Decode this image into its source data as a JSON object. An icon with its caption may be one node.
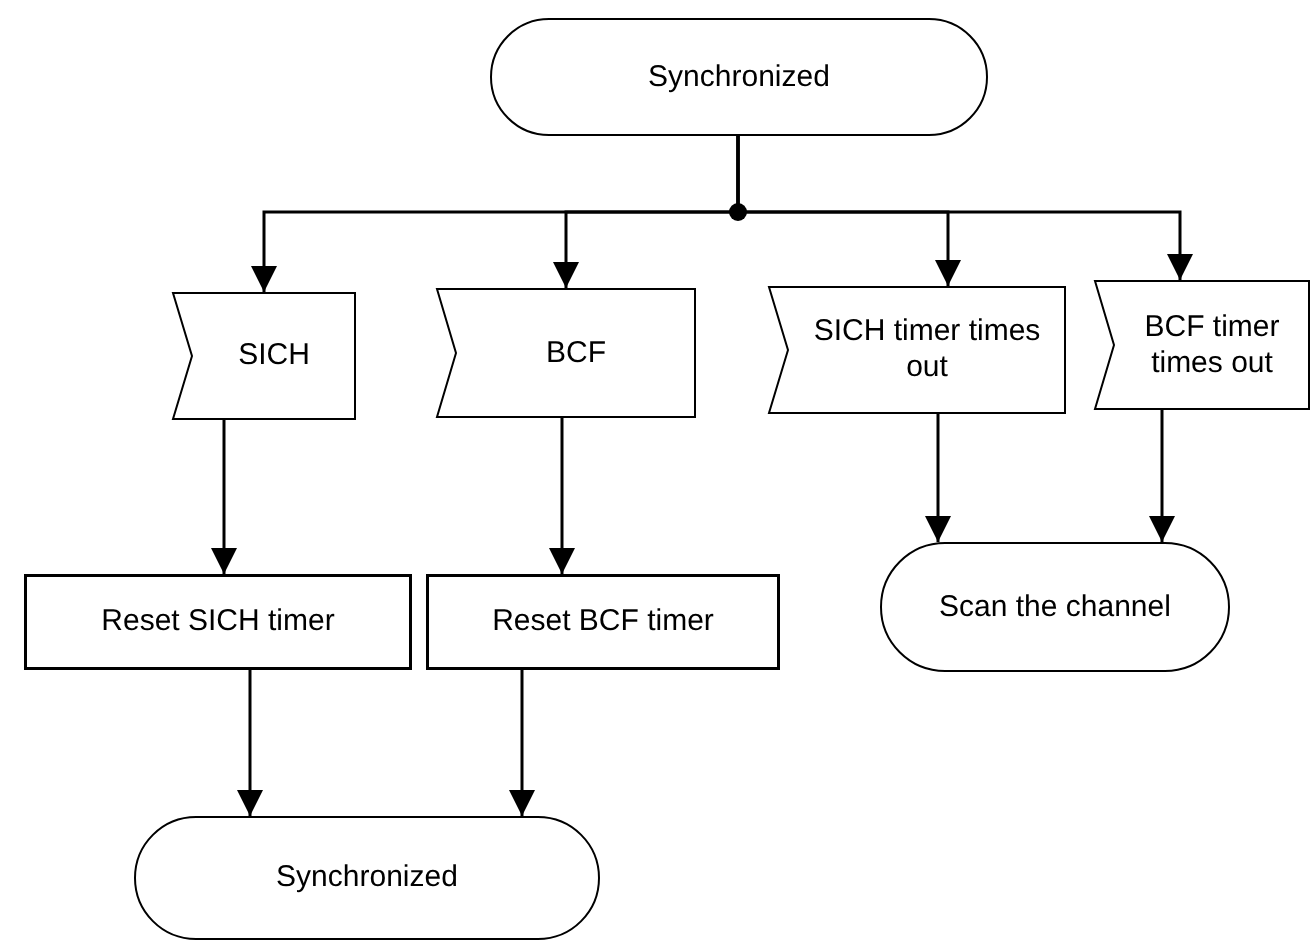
{
  "diagram": {
    "nodes": [
      {
        "text": [
          "Synchronized"
        ]
      },
      {
        "text": [
          "SICH"
        ]
      },
      {
        "text": [
          "BCF"
        ]
      },
      {
        "text": [
          "SICH timer times out"
        ]
      },
      {
        "text": [
          "BCF timer times out"
        ]
      },
      {
        "text": [
          "Reset SICH timer"
        ]
      },
      {
        "text": [
          "Reset BCF timer"
        ]
      },
      {
        "text": [
          "Scan the channel"
        ]
      },
      {
        "text": [
          "Synchronized"
        ]
      }
    ],
    "edges": [
      {
        "from": 0,
        "to": 1,
        "arrow": "to"
      },
      {
        "from": 0,
        "to": 2,
        "arrow": "to"
      },
      {
        "from": 0,
        "to": 3,
        "arrow": "to"
      },
      {
        "from": 0,
        "to": 4,
        "arrow": "to"
      },
      {
        "from": 1,
        "to": 5,
        "arrow": "to"
      },
      {
        "from": 2,
        "to": 6,
        "arrow": "to"
      },
      {
        "from": 3,
        "to": 7,
        "arrow": "to"
      },
      {
        "from": 4,
        "to": 7,
        "arrow": "to"
      },
      {
        "from": 5,
        "to": 8,
        "arrow": "to"
      },
      {
        "from": 6,
        "to": 8,
        "arrow": "to"
      }
    ]
  }
}
